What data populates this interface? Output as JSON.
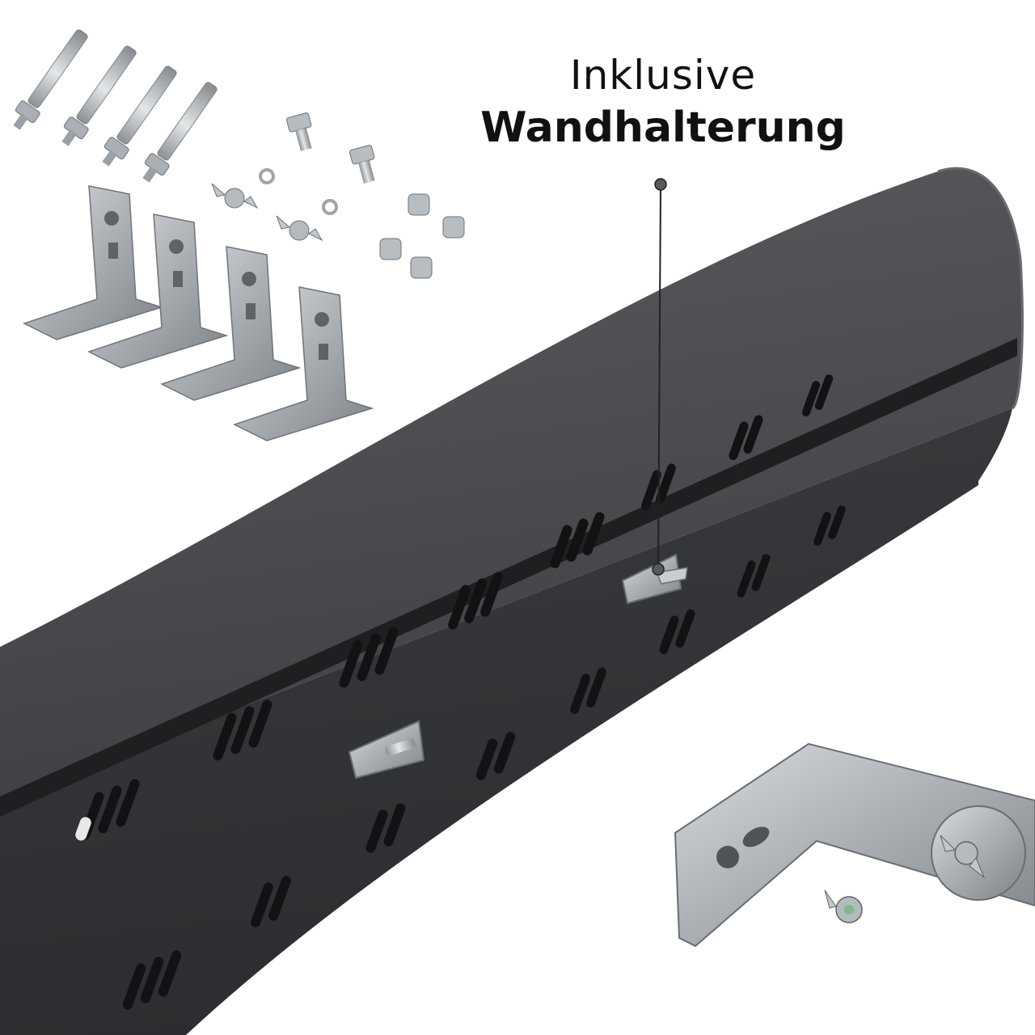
{
  "caption": {
    "line1": "Inklusive",
    "line2": "Wandhalterung"
  },
  "colors": {
    "background": "#ffffff",
    "heater_body": "#4a4b4d",
    "heater_shadow": "#2e2f31",
    "metal": "#b8bcc0",
    "callout": "#222222"
  },
  "objects": {
    "heater": "patio-heater-panel",
    "brackets": "wall-bracket-set",
    "bolts": "anchor-bolts",
    "fasteners": "screws-and-wing-nuts",
    "detail": "bracket-close-up"
  }
}
